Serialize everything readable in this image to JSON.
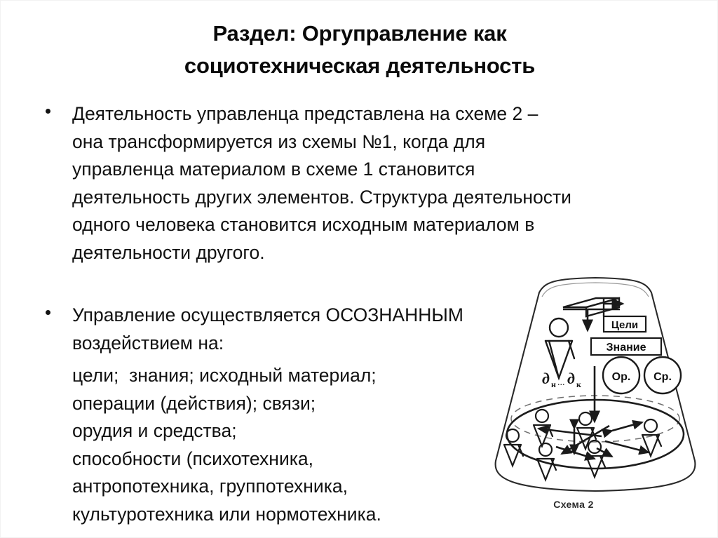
{
  "slide": {
    "title_lines": [
      "Раздел: Оргуправление как",
      "социотехническая деятельность"
    ]
  },
  "bullets": [
    {
      "marker": "bullet-dot",
      "lines": [
        "Деятельность управленца представлена на схеме 2 –",
        "она трансформируется из схемы №1, когда для",
        "управленца материалом в схеме 1 становится",
        "деятельность других элементов. Структура деятельности",
        "одного человека становится исходным материалом в",
        "деятельности другого."
      ]
    },
    {
      "marker": "bullet-dot",
      "lines": [
        "Управление осуществляется ОСОЗНАННЫМ",
        "воздействием на:"
      ]
    }
  ],
  "sub_items": [
    "цели;  знания; исходный материал;",
    "операции (действия); связи;",
    "орудия и средства;",
    "способности (психотехника,",
    "антропотехника, группотехника,",
    "культуротехника или нормотехника."
  ],
  "diagram": {
    "caption": "Схема 2",
    "labels": {
      "goals": "Цели",
      "knowledge": "Знание",
      "tools": "Ор.",
      "means": "Ср.",
      "actions": "д",
      "actions_sub_start": "н",
      "actions_ellipsis": "...",
      "actions_sub_end": "к"
    },
    "figures_count": 6,
    "colors": {
      "ink": "#1a1a1a",
      "faint": "#8a8a8a"
    }
  }
}
